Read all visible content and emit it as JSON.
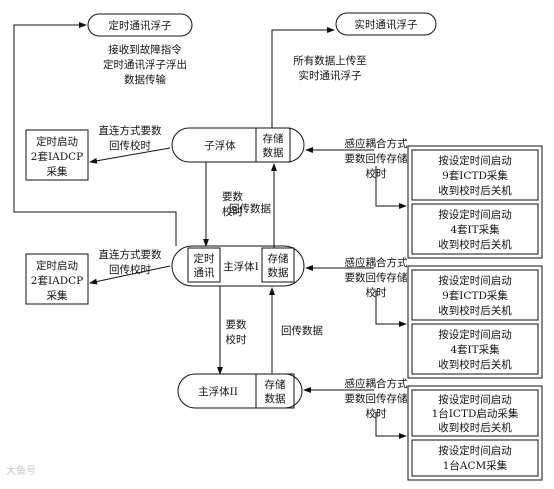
{
  "nodes": {
    "float_timed": "定时通讯浮子",
    "float_realtime": "实时通讯浮子",
    "note_fault": [
      "接收到故障指令",
      "定时通讯浮子浮出",
      "数据传输"
    ],
    "note_upload": [
      "所有数据上传至",
      "实时通讯浮子"
    ],
    "sub_body": "子浮体",
    "main_body_1": "主浮体I",
    "main_body_2": "主浮体II",
    "storage": [
      "存储",
      "数据"
    ],
    "timed_comm": [
      "定时",
      "通讯"
    ],
    "adcp_1": [
      "定时启动",
      "2套IADCP",
      "采集"
    ],
    "adcp_2": [
      "定时启动",
      "2套IADCP",
      "采集"
    ],
    "direct_label_1": [
      "直连方式要数",
      "回传校时"
    ],
    "direct_label_2": [
      "直连方式要数",
      "回传校时"
    ],
    "req_timing_1": [
      "要数",
      "校时"
    ],
    "req_timing_2": [
      "要数",
      "校时"
    ],
    "return_data_1": "回传数据",
    "return_data_2": "回传数据",
    "inductive_label_1": [
      "感应耦合方式",
      "要数回传存储",
      "校时"
    ],
    "inductive_label_2": [
      "感应耦合方式",
      "要数回传存储",
      "校时"
    ],
    "inductive_label_3": [
      "感应耦合方式",
      "要数回传存储",
      "校时"
    ],
    "box_ictd_9a": [
      "按设定时间启动",
      "9套ICTD采集",
      "收到校时后关机"
    ],
    "box_it_4a": [
      "按设定时间启动",
      "4套IT采集",
      "收到校时后关机"
    ],
    "box_ictd_9b": [
      "按设定时间启动",
      "9套ICTD采集",
      "收到校时后关机"
    ],
    "box_it_4b": [
      "按设定时间启动",
      "4套IT采集",
      "收到校时后关机"
    ],
    "box_ictd_1": [
      "按设定时间启动",
      "1台ICTD启动采集",
      "收到校时后关机"
    ],
    "box_acm_1": [
      "按设定时间启动",
      "1台ACM采集"
    ]
  },
  "watermark": "大鱼号"
}
